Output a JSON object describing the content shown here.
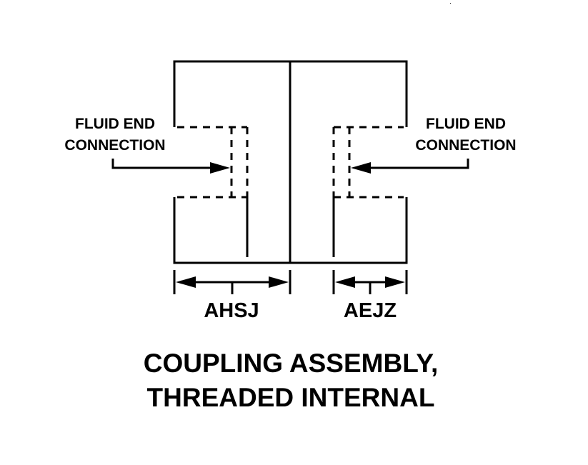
{
  "diagram": {
    "title_line1": "COUPLING ASSEMBLY,",
    "title_line2": "THREADED INTERNAL",
    "left_callout": {
      "line1": "FLUID END",
      "line2": "CONNECTION"
    },
    "right_callout": {
      "line1": "FLUID END",
      "line2": "CONNECTION"
    },
    "dimension_left": "AHSJ",
    "dimension_right": "AEJZ",
    "colors": {
      "stroke": "#000000",
      "background": "#ffffff"
    }
  }
}
